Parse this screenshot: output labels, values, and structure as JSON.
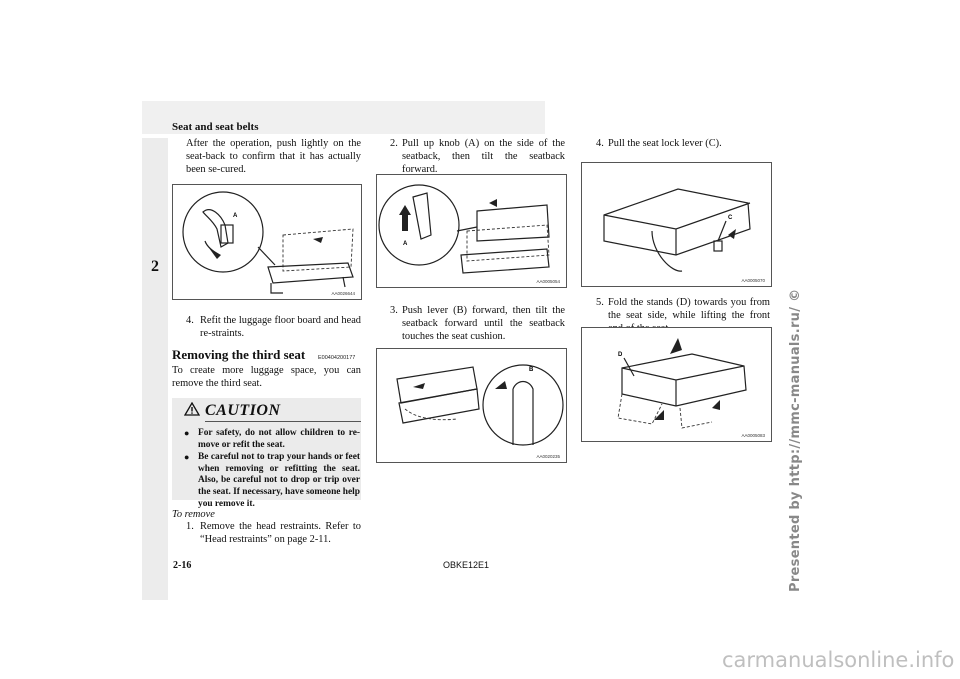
{
  "header": {
    "title": "Seat and seat belts",
    "chapter": "2"
  },
  "col1": {
    "intro": "After the operation, push lightly on the seat-back to confirm that it has actually been se-cured.",
    "fig1_code": "AA0026644",
    "step4": {
      "num": "4.",
      "text": "Refit the luggage floor board and head re-straints."
    },
    "section_title": "Removing the third seat",
    "section_code": "E00404200177",
    "section_intro": "To create more luggage space, you can remove the third seat.",
    "caution": {
      "title": "CAUTION",
      "items": [
        "For safety, do not allow children to re-move or refit the seat.",
        "Be careful not to trap your hands or feet when removing or refitting the seat. Also, be careful not to drop or trip over the seat. If necessary, have someone help you remove it."
      ]
    },
    "to_remove": "To remove",
    "step1": {
      "num": "1.",
      "text": "Remove the head restraints. Refer to “Head restraints” on page 2-11."
    }
  },
  "col2": {
    "step2": {
      "num": "2.",
      "text": "Pull up knob (A) on the side of the seatback, then tilt the seatback forward."
    },
    "fig2_code": "AA0005054",
    "step3": {
      "num": "3.",
      "text": "Push lever (B) forward, then tilt the seatback forward until the seatback touches the seat cushion."
    },
    "fig3_code": "AA0020235"
  },
  "col3": {
    "step4": {
      "num": "4.",
      "text": "Pull the seat lock lever (C)."
    },
    "fig4_code": "AA0005070",
    "step5": {
      "num": "5.",
      "text": "Fold the stands (D) towards you from the seat side, while lifting the front end of the seat."
    },
    "fig5_code": "AA0005083"
  },
  "footer": {
    "page": "2-16",
    "doc_code": "OBKE12E1",
    "watermark": "Presented by http://mmc-manuals.ru/ ©",
    "site": "carmanualsonline.info"
  },
  "labels": {
    "A": "A",
    "B": "B",
    "C": "C",
    "D": "D"
  }
}
